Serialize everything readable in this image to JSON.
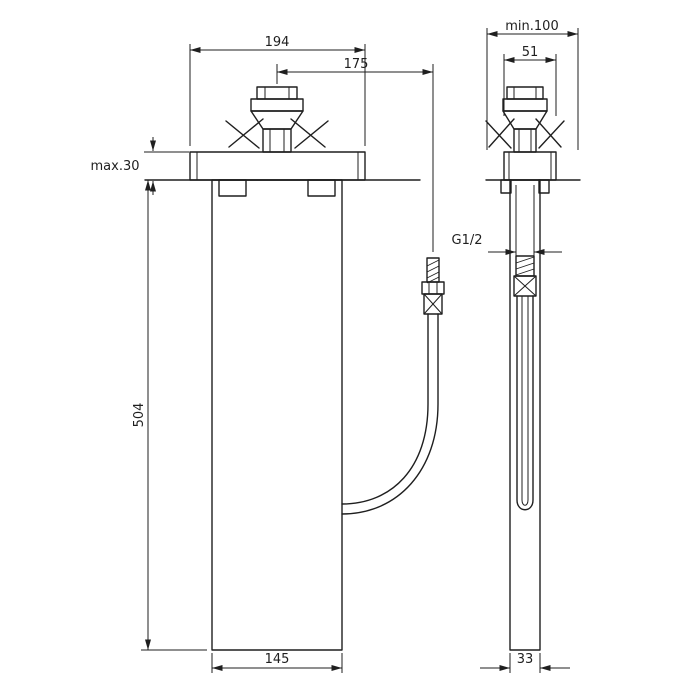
{
  "drawing": {
    "background_color": "#ffffff",
    "line_color": "#1f1f1f",
    "front_view": {
      "plate_width": "194",
      "valve_to_hose_offset": "175",
      "max_wall_thickness": "max.30",
      "body_height": "504",
      "body_width": "145"
    },
    "side_view": {
      "min_recess_depth": "min.100",
      "top_width": "51",
      "thread_size": "G1/2",
      "body_depth": "33"
    }
  }
}
